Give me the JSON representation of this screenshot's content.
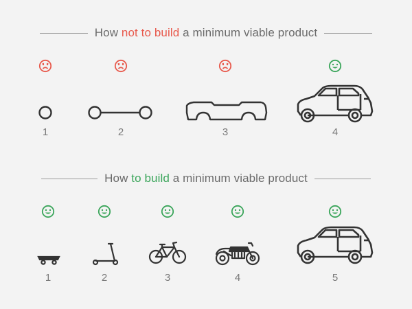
{
  "colors": {
    "bad": "#e8594c",
    "good": "#3aa55a",
    "line": "#333333",
    "text": "#6a6a6a"
  },
  "section_bad": {
    "heading_pre": "How ",
    "heading_em": "not to build",
    "heading_post": " a minimum viable product",
    "stages": [
      {
        "number": "1",
        "mood": "sad-face-icon",
        "item": "wheel-icon"
      },
      {
        "number": "2",
        "mood": "sad-face-icon",
        "item": "axle-icon"
      },
      {
        "number": "3",
        "mood": "sad-face-icon",
        "item": "car-chassis-icon"
      },
      {
        "number": "4",
        "mood": "happy-face-icon",
        "item": "car-icon"
      }
    ]
  },
  "section_good": {
    "heading_pre": "How ",
    "heading_em": "to build",
    "heading_post": " a minimum viable product",
    "stages": [
      {
        "number": "1",
        "mood": "happy-face-icon",
        "item": "skateboard-icon"
      },
      {
        "number": "2",
        "mood": "happy-face-icon",
        "item": "scooter-icon"
      },
      {
        "number": "3",
        "mood": "happy-face-icon",
        "item": "bicycle-icon"
      },
      {
        "number": "4",
        "mood": "happy-face-icon",
        "item": "motorcycle-icon"
      },
      {
        "number": "5",
        "mood": "happy-face-icon",
        "item": "car-icon"
      }
    ]
  }
}
